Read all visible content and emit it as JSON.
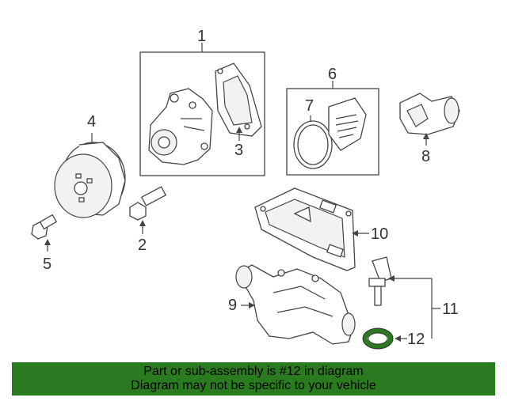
{
  "callouts": {
    "c1": "1",
    "c2": "2",
    "c3": "3",
    "c4": "4",
    "c5": "5",
    "c6": "6",
    "c7": "7",
    "c8": "8",
    "c9": "9",
    "c10": "10",
    "c11": "11",
    "c12": "12"
  },
  "colors": {
    "banner_bg": "#2a7a1f",
    "highlight_part": "#2a7a1f",
    "line": "#444444"
  },
  "banner": {
    "line1": "Part or sub-assembly is #12 in diagram",
    "line2": "Diagram may not be specific to your vehicle"
  }
}
